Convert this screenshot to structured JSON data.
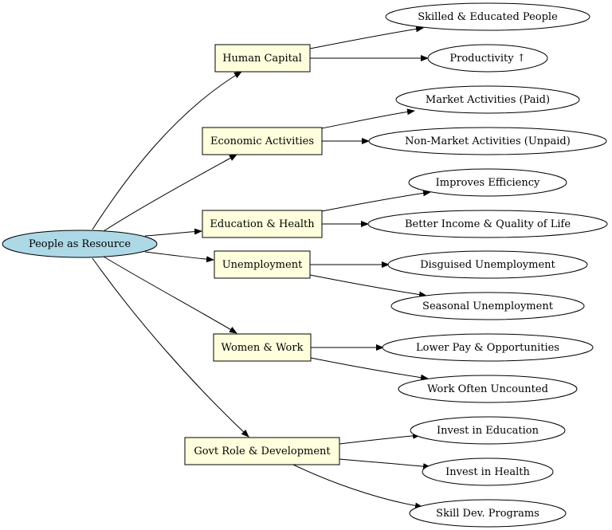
{
  "root": {
    "label": "People as Resource",
    "fill": "#add8e6"
  },
  "colors": {
    "branch_fill": "#ffffdd",
    "leaf_fill": "#ffffff",
    "stroke": "#000000"
  },
  "branches": [
    {
      "id": "human-capital",
      "label": "Human Capital",
      "children": [
        "Skilled & Educated People",
        "Productivity ↑"
      ]
    },
    {
      "id": "economic-activities",
      "label": "Economic Activities",
      "children": [
        "Market Activities (Paid)",
        "Non-Market Activities (Unpaid)"
      ]
    },
    {
      "id": "education-health",
      "label": "Education & Health",
      "children": [
        "Improves Efficiency",
        "Better Income & Quality of Life"
      ]
    },
    {
      "id": "unemployment",
      "label": "Unemployment",
      "children": [
        "Disguised Unemployment",
        "Seasonal Unemployment"
      ]
    },
    {
      "id": "women-work",
      "label": "Women & Work",
      "children": [
        "Lower Pay & Opportunities",
        "Work Often Uncounted"
      ]
    },
    {
      "id": "govt-role",
      "label": "Govt Role & Development",
      "children": [
        "Invest in Education",
        "Invest in Health",
        "Skill Dev. Programs"
      ]
    }
  ]
}
